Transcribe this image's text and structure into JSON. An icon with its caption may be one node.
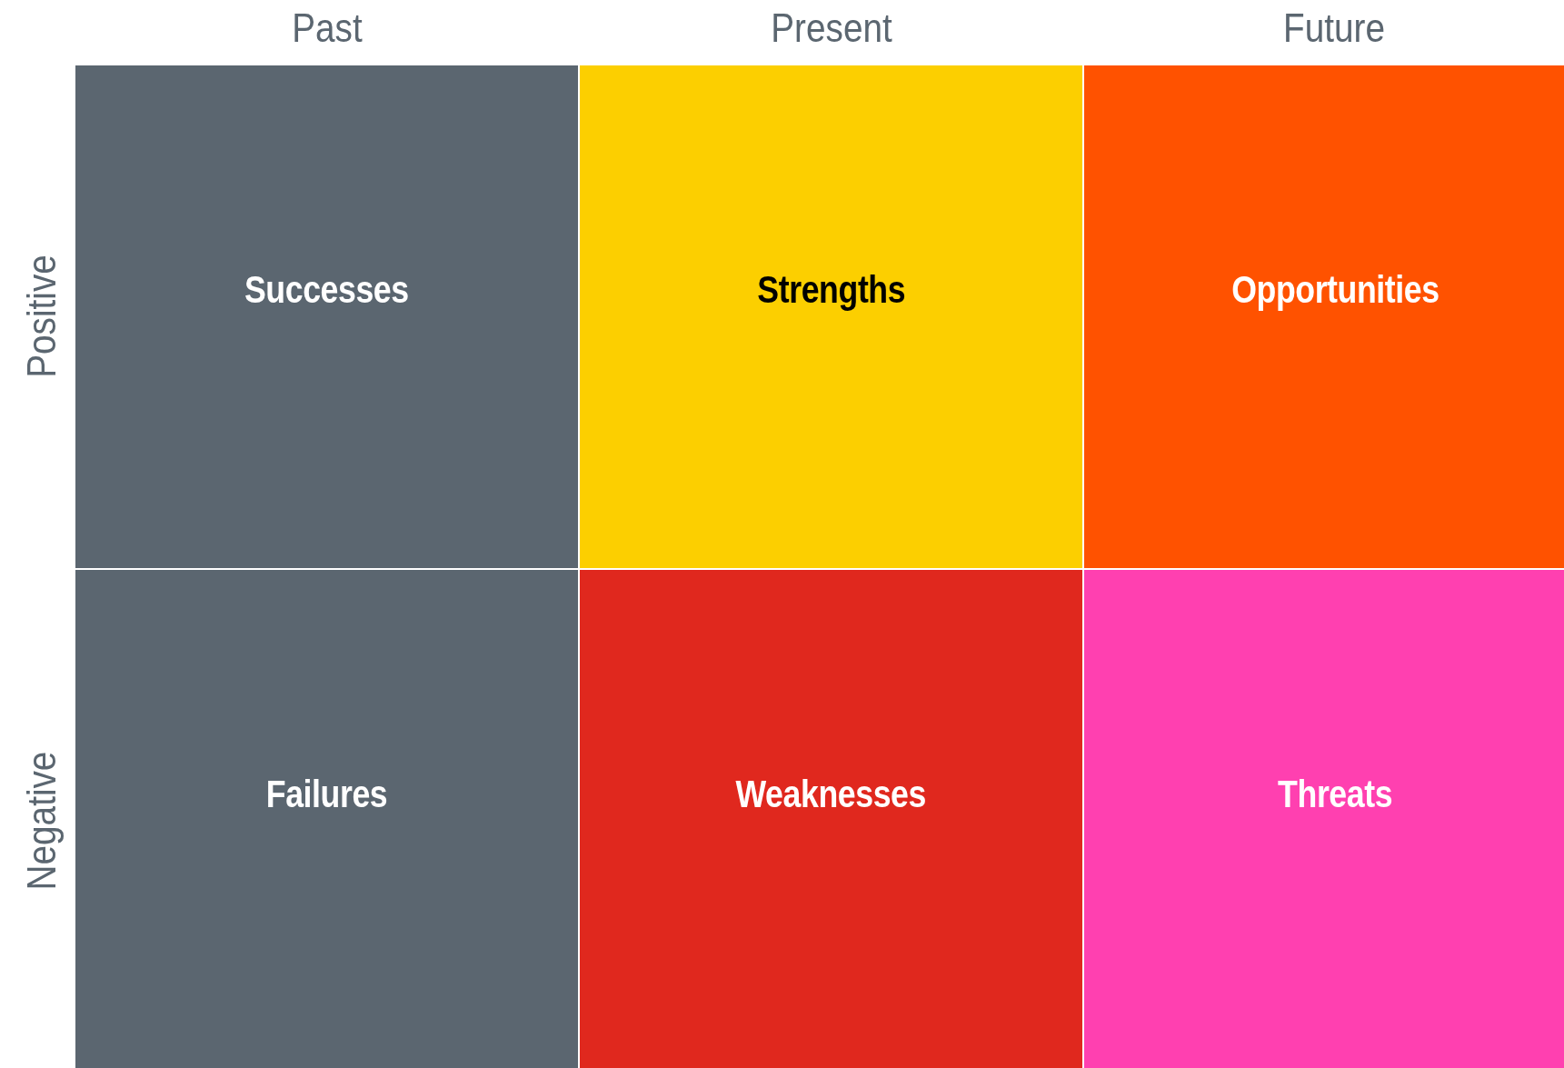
{
  "diagram": {
    "nodes": [
      {
        "text": [
          "Successes"
        ]
      },
      {
        "text": [
          "Strengths"
        ]
      },
      {
        "text": [
          "Opportunities"
        ]
      },
      {
        "text": [
          "Failures"
        ]
      },
      {
        "text": [
          "Weaknesses"
        ]
      },
      {
        "text": [
          "Threats"
        ]
      }
    ],
    "labels": [
      "Past",
      "Present",
      "Future",
      "Positive",
      "Negative"
    ]
  }
}
